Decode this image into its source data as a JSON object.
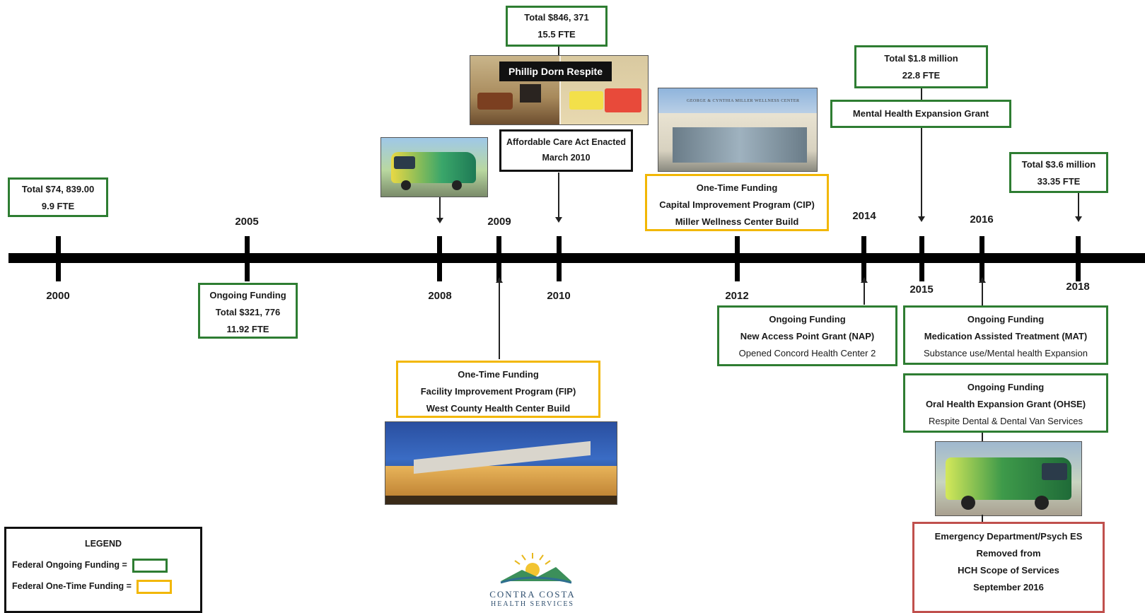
{
  "years": {
    "y2000": "2000",
    "y2005": "2005",
    "y2008": "2008",
    "y2009": "2009",
    "y2010": "2010",
    "y2012": "2012",
    "y2014": "2014",
    "y2015": "2015",
    "y2016": "2016",
    "y2018": "2018"
  },
  "boxes": {
    "total2000": {
      "line1": "Total $74, 839.00",
      "line2": "9.9 FTE"
    },
    "ongoing2005": {
      "line1": "Ongoing Funding",
      "line2": "Total $321, 776",
      "line3": "11.92 FTE"
    },
    "total2010": {
      "line1": "Total $846, 371",
      "line2": "15.5 FTE"
    },
    "respite_banner": "Phillip Dorn Respite",
    "aca": {
      "line1": "Affordable Care Act Enacted",
      "line2": "March 2010"
    },
    "fip": {
      "line1": "One-Time Funding",
      "line2": "Facility Improvement Program (FIP)",
      "line3": "West County Health Center Build"
    },
    "cip": {
      "line1": "One-Time Funding",
      "line2": "Capital Improvement Program (CIP)",
      "line3": "Miller Wellness Center Build"
    },
    "building_sign": "GEORGE & CYNTHIA MILLER WELLNESS CENTER",
    "nap": {
      "line1": "Ongoing Funding",
      "line2": "New Access Point Grant (NAP)",
      "line3": "Opened Concord Health Center 2"
    },
    "total2015": {
      "line1": "Total $1.8 million",
      "line2": "22.8 FTE"
    },
    "mhe": "Mental Health Expansion Grant",
    "total2018": {
      "line1": "Total $3.6 million",
      "line2": "33.35 FTE"
    },
    "mat": {
      "line1": "Ongoing Funding",
      "line2": "Medication Assisted Treatment (MAT)",
      "line3": "Substance use/Mental health Expansion"
    },
    "ohse": {
      "line1": "Ongoing Funding",
      "line2": "Oral Health Expansion Grant (OHSE)",
      "line3": "Respite Dental & Dental Van Services"
    },
    "ed": {
      "line1": "Emergency Department/Psych ES",
      "line2": "Removed from",
      "line3": "HCH Scope of Services",
      "line4": "September 2016"
    }
  },
  "legend": {
    "title": "LEGEND",
    "ongoing": "Federal Ongoing Funding =",
    "onetime": "Federal One-Time Funding =",
    "ongoing_color": "#2e7d32",
    "onetime_color": "#f2b705"
  },
  "logo": {
    "line1": "CONTRA COSTA",
    "line2": "HEALTH SERVICES"
  },
  "colors": {
    "green": "#2e7d32",
    "gold": "#f2b705",
    "red": "#c0504d",
    "black": "#111111"
  }
}
